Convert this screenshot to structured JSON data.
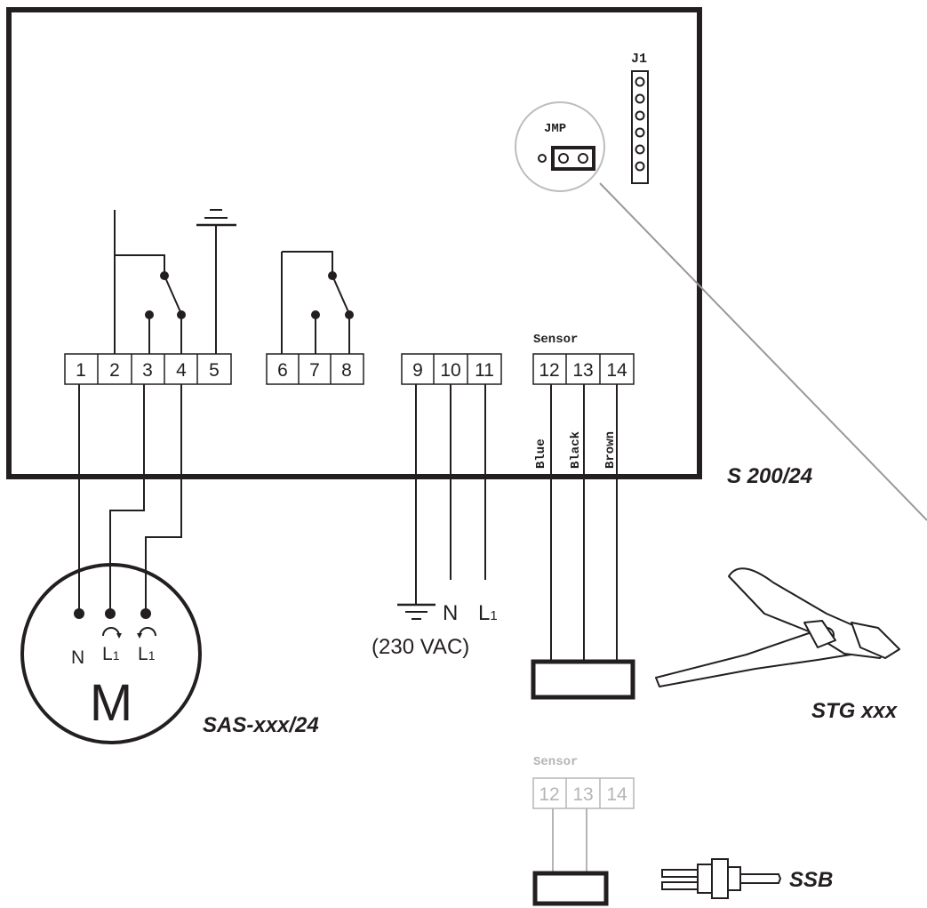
{
  "controller": {
    "model": "S 200/24",
    "jumper_header_label": "J1",
    "jumper_label": "JMP",
    "sensor_header_label": "Sensor",
    "terminals": [
      "1",
      "2",
      "3",
      "4",
      "5",
      "6",
      "7",
      "8",
      "9",
      "10",
      "11",
      "12",
      "13",
      "14"
    ]
  },
  "sensor_wires": [
    "Blue",
    "Black",
    "Brown"
  ],
  "power": {
    "n_label": "N",
    "l_label": "L",
    "l_sub": "1",
    "voltage": "(230 VAC)"
  },
  "motor": {
    "model": "SAS-xxx/24",
    "symbol": "M",
    "n_label": "N",
    "l_label": "L",
    "l_sub": "1"
  },
  "clamp_sensor": {
    "model": "STG xxx"
  },
  "alt_sensor": {
    "header_label": "Sensor",
    "terminals": [
      "12",
      "13",
      "14"
    ],
    "model": "SSB"
  },
  "colors": {
    "line": "#231f20",
    "muted": "#b5b5b5",
    "leader": "#999999"
  }
}
